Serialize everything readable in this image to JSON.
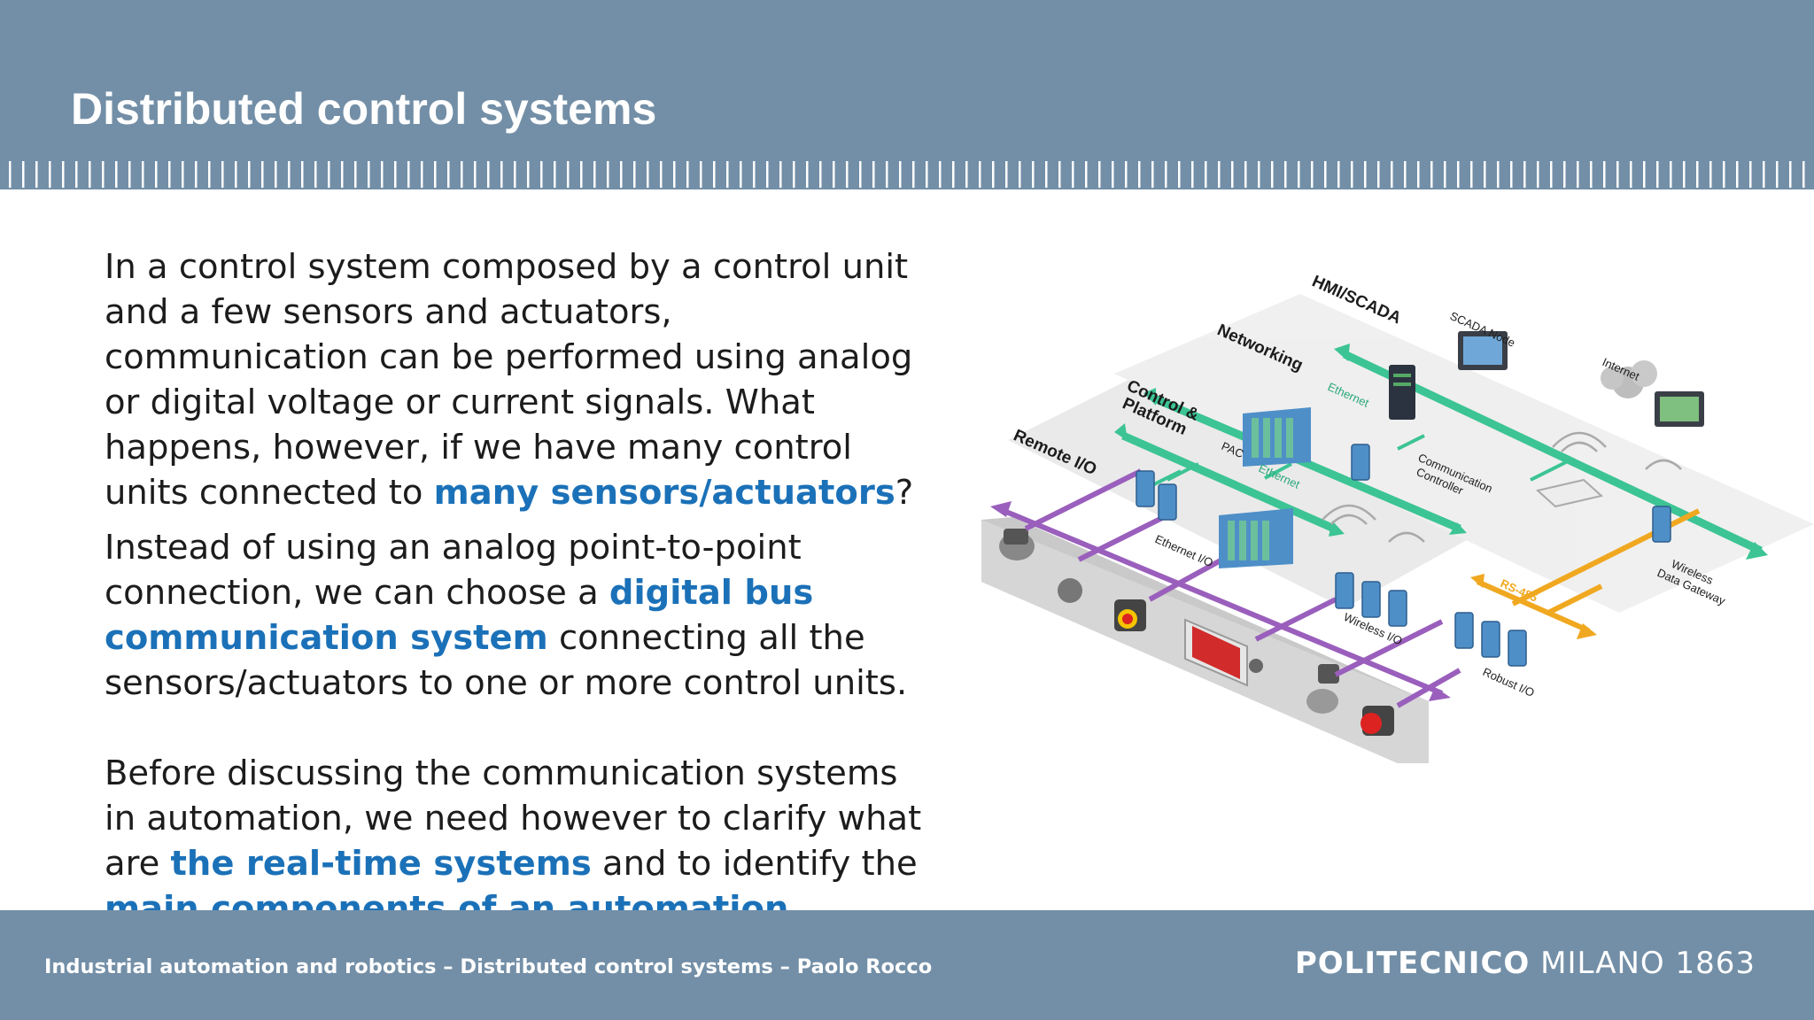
{
  "header": {
    "title": "Distributed control systems"
  },
  "content": {
    "p1": {
      "text_1": "In a control system composed by a control unit and a few sensors and actuators, communication can be performed using analog or digital voltage or current signals.  What happens, however, if we have many control units connected to ",
      "highlight_1": "many sensors/actuators",
      "text_2": "?"
    },
    "p2": {
      "text_1": "Instead of using an analog point-to-point connection, we can choose a ",
      "highlight_1": "digital bus communication system",
      "text_2": " connecting all the sensors/actuators to one or more control units."
    },
    "p3": {
      "text_1": "Before discussing the communication systems in automation, we need however to clarify what are ",
      "highlight_1": "the real-time systems",
      "text_2": " and to identify the ",
      "highlight_2": "main components of an automation system",
      "text_3": "."
    }
  },
  "diagram": {
    "layers": {
      "hmi_scada": "HMI/SCADA",
      "networking": "Networking",
      "control_platform_1": "Control &",
      "control_platform_2": "Platform",
      "remote_io": "Remote I/O"
    },
    "labels": {
      "scada_node": "SCADA Node",
      "internet": "Internet",
      "ethernet_top": "Ethernet",
      "pac": "PAC",
      "ethernet_mid": "Ethernet",
      "communication_controller_1": "Communication",
      "communication_controller_2": "Controller",
      "ethernet_io": "Ethernet I/O",
      "wireless_io": "Wireless I/O",
      "rs485": "RS-485",
      "wireless_gateway_1": "Wireless",
      "wireless_gateway_2": "Data Gateway",
      "robust_io": "Robust I/O"
    },
    "colors": {
      "ethernet_green": "#3cc494",
      "fieldbus_purple": "#9a5fbc",
      "rs485_orange": "#f0a820",
      "module_blue": "#4f8fc8"
    }
  },
  "footer": {
    "course": "Industrial automation and robotics – Distributed control systems – Paolo Rocco",
    "logo_bold": "POLITECNICO",
    "logo_rest": " MILANO 1863"
  }
}
